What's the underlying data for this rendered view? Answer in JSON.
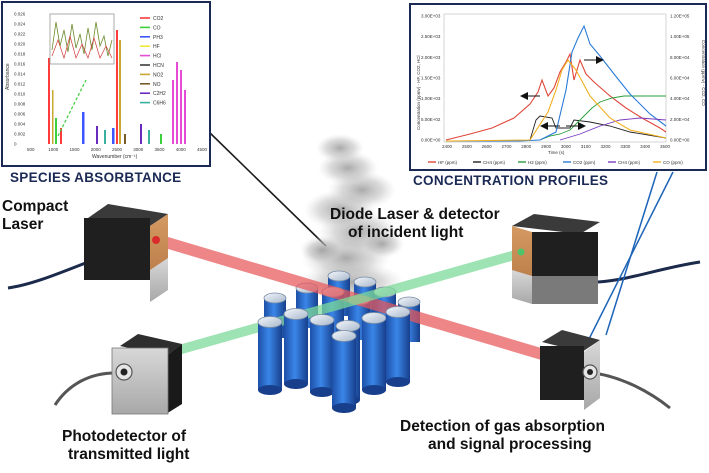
{
  "captions": {
    "species": "SPECIES ABSORBTANCE",
    "profiles": "CONCENTRATION PROFILES"
  },
  "labels": {
    "compact_laser": [
      "Compact",
      "Laser"
    ],
    "diode_laser": [
      "Diode Laser & detector",
      "of incident light"
    ],
    "photodetector": [
      "Photodetector of",
      "transmitted light"
    ],
    "detection": [
      "Detection of gas absorption",
      "and signal processing"
    ]
  },
  "spectrum": {
    "ylabel": "Absorbance",
    "xlabel": "Wavenumber (cm⁻¹)",
    "xticks": [
      "500",
      "1000",
      "1500",
      "2000",
      "2500",
      "3000",
      "3500",
      "4000",
      "4500"
    ],
    "yticks": [
      "0.026",
      "0.024",
      "0.022",
      "0.020",
      "0.018",
      "0.016",
      "0.014",
      "0.012",
      "0.010",
      "0.008",
      "0.006",
      "0.004",
      "0.002",
      "0"
    ],
    "legend": [
      {
        "name": "CO2",
        "color": "#ff3b3b"
      },
      {
        "name": "CO",
        "color": "#3ccf3c"
      },
      {
        "name": "PH3",
        "color": "#3c56ff"
      },
      {
        "name": "HF",
        "color": "#f0e93a"
      },
      {
        "name": "HCl",
        "color": "#e64bd6"
      },
      {
        "name": "HCN",
        "color": "#3c3c3c"
      },
      {
        "name": "NO2",
        "color": "#c8a832"
      },
      {
        "name": "NO",
        "color": "#7b5a2a"
      },
      {
        "name": "C2H2",
        "color": "#6a2ac0"
      },
      {
        "name": "C6H6",
        "color": "#3ab0a0"
      }
    ]
  },
  "profiles": {
    "ylabel_left": "Concentration (ppmv) - HF, CO2, HCl",
    "ylabel_right": "Concentration (ppmv) - CO2, CO",
    "xlabel": "Time (s)",
    "yticks_left": [
      "3.00E+03",
      "2.50E+03",
      "2.00E+03",
      "1.50E+03",
      "1.00E+03",
      "5.00E+02",
      "0.00E+00"
    ],
    "yticks_right": [
      "1.20E+05",
      "1.00E+05",
      "8.00E+04",
      "6.00E+04",
      "4.00E+04",
      "2.00E+04",
      "0.00E+00"
    ],
    "xticks": [
      "2400",
      "2500",
      "2600",
      "2700",
      "2800",
      "2900",
      "3000",
      "3100",
      "3200",
      "3300",
      "3400",
      "3500"
    ],
    "legend": [
      {
        "name": "HF (ppm)",
        "color": "#e0463a"
      },
      {
        "name": "CH4 (ppm)",
        "color": "#222222"
      },
      {
        "name": "H2 (ppm)",
        "color": "#2a9d3a"
      },
      {
        "name": "CO2 (ppm)",
        "color": "#2b7bd6"
      },
      {
        "name": "CH4 (ppm)",
        "color": "#7a3ac0"
      },
      {
        "name": "CO (ppm)",
        "color": "#f0b020"
      }
    ]
  },
  "colors": {
    "red_beam": "#e8575a",
    "green_beam": "#7cd99a",
    "cell_blue": "#2f6fd0",
    "caption": "#1b2a55"
  }
}
